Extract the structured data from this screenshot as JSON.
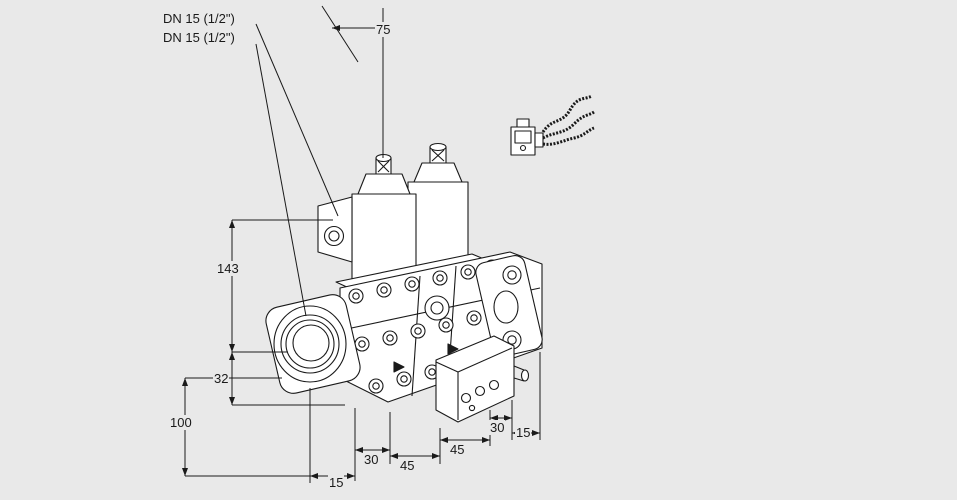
{
  "drawing": {
    "description": "Isometric technical dimension drawing of a double solenoid gas valve with cable connector",
    "colors": {
      "background": "#e9e9e9",
      "line": "#1a1a1a",
      "fill": "#ffffff"
    }
  },
  "labels": {
    "dn_top": "DN 15 (1/2\")",
    "dn_bottom": "DN 15 (1/2\")",
    "dim_75": "75",
    "dim_143": "143",
    "dim_32": "32",
    "dim_100": "100",
    "dim_30_left": "30",
    "dim_45_left": "45",
    "dim_45_right": "45",
    "dim_30_right": "30",
    "dim_15_right": "15",
    "dim_15_bottom": "15"
  }
}
